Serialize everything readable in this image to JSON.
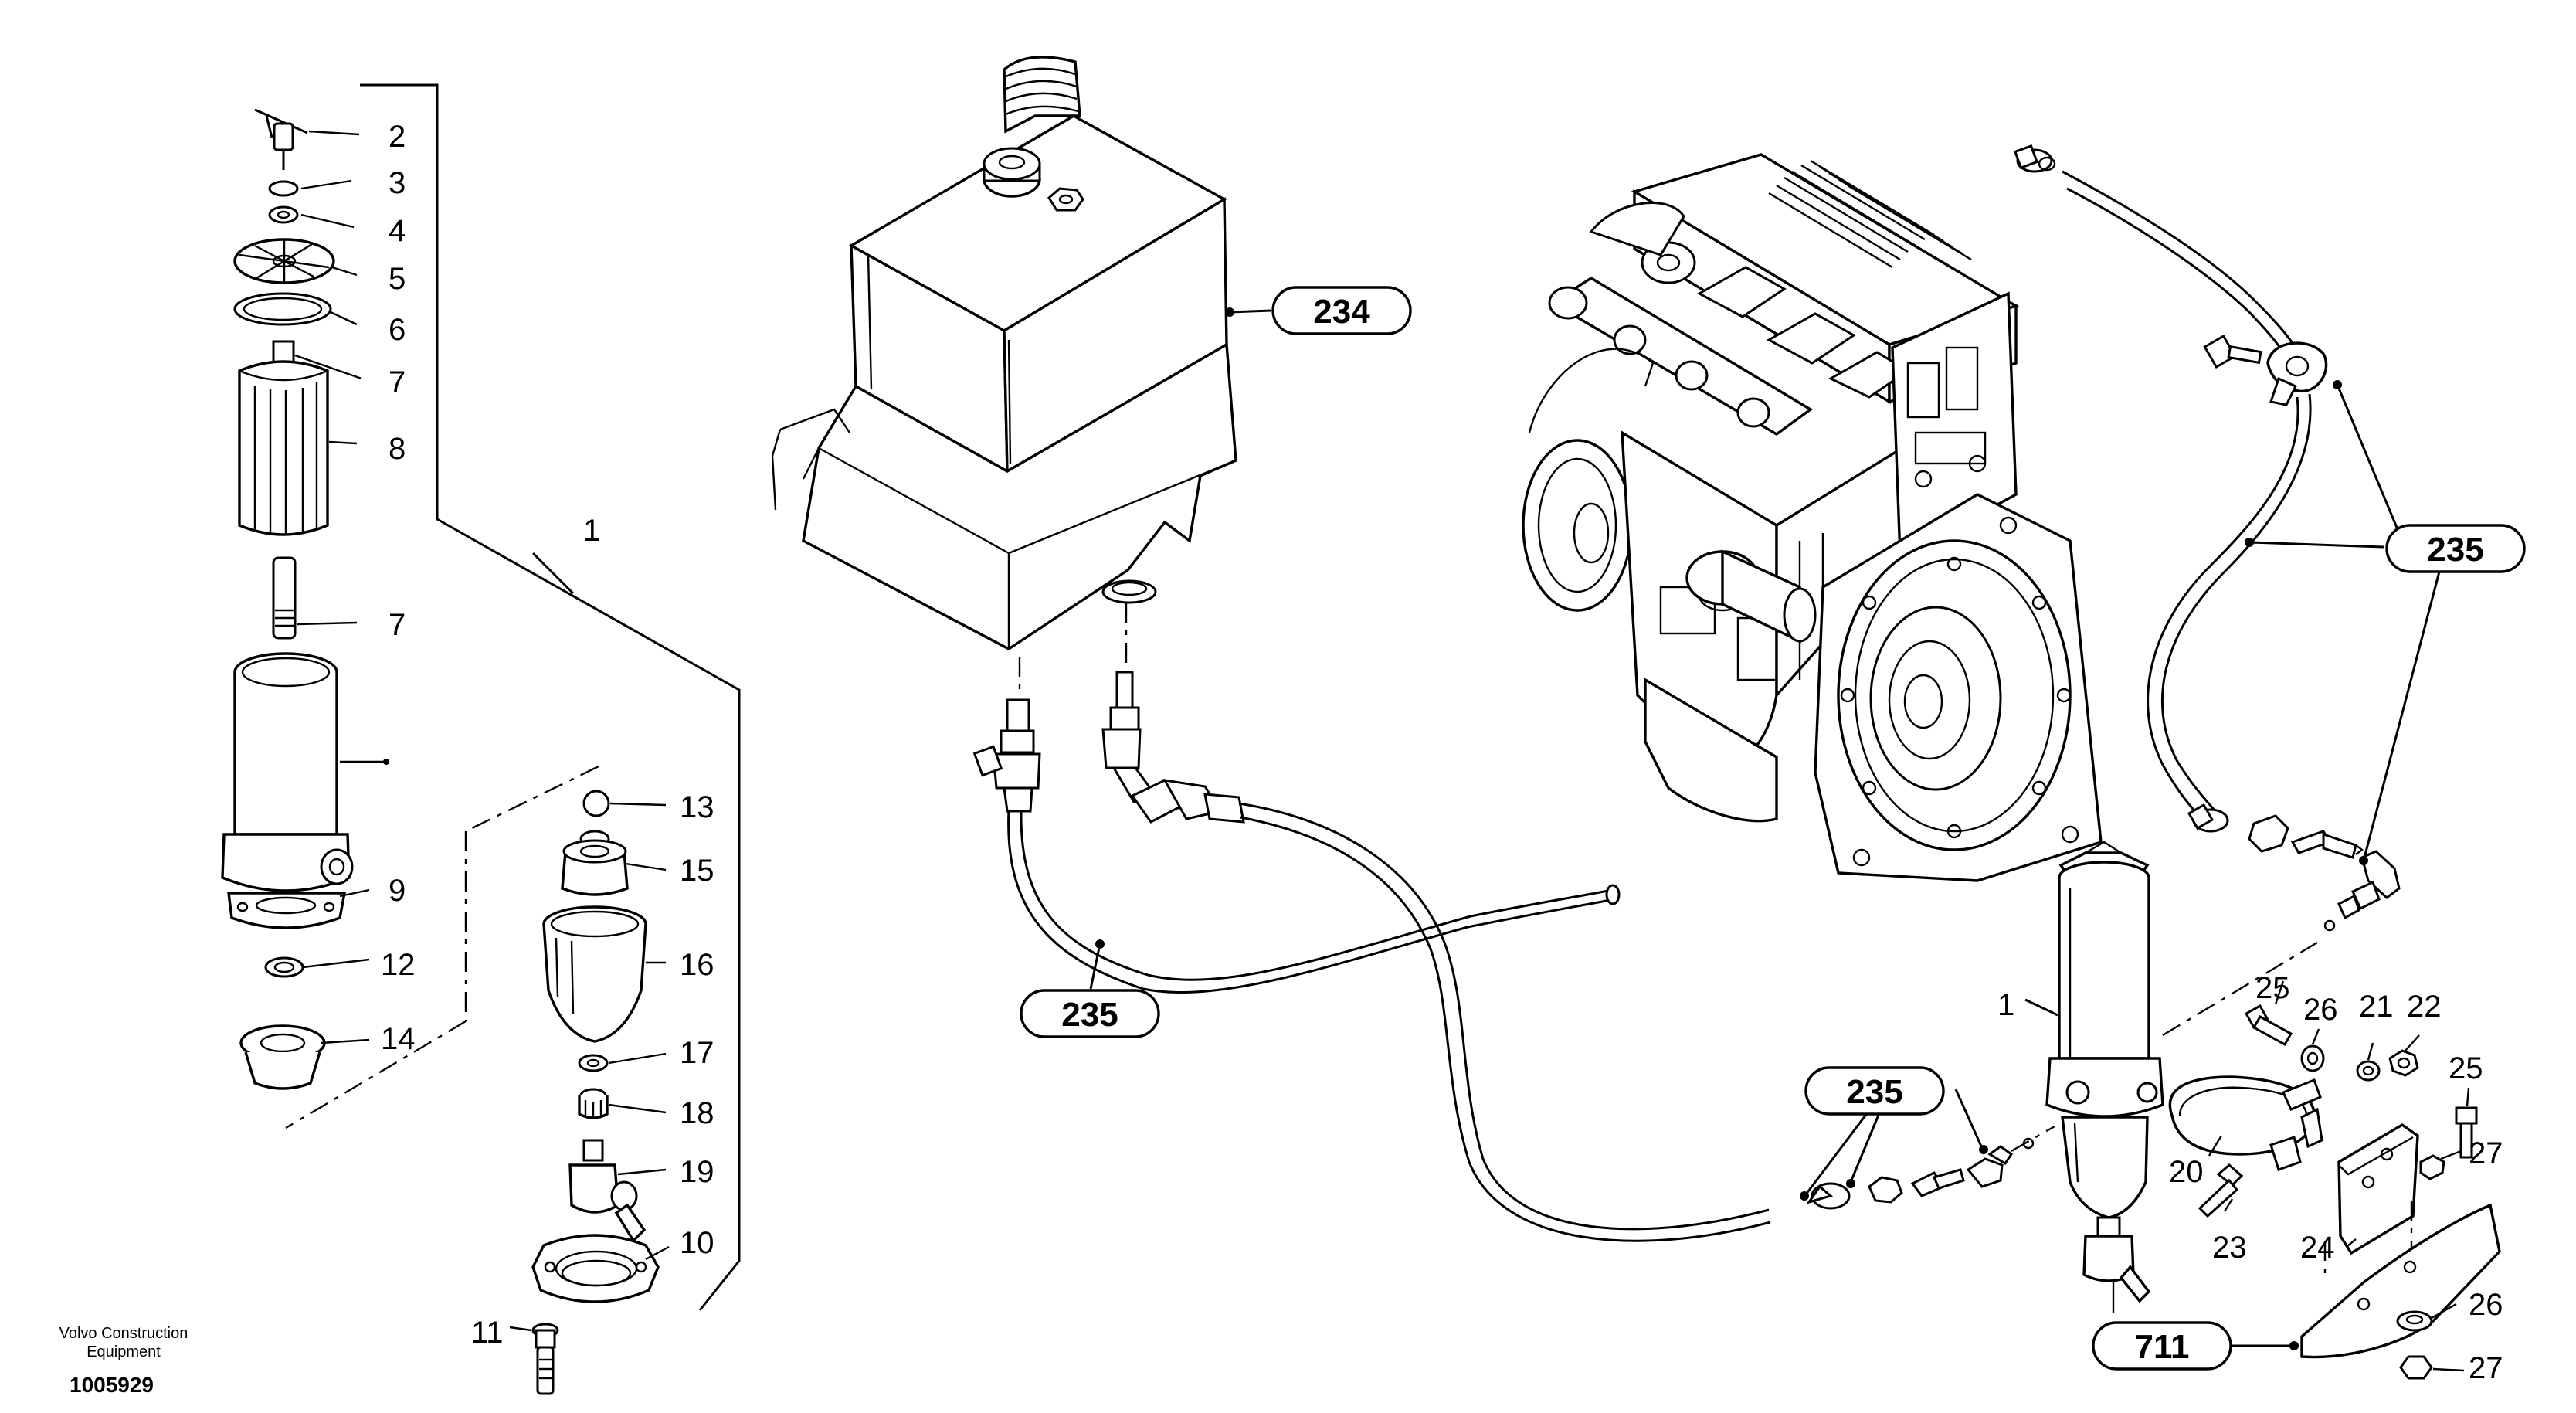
{
  "footer": {
    "brand_line1": "Volvo Construction",
    "brand_line2": "Equipment",
    "document_number": "1005929"
  },
  "reference_callouts": [
    {
      "id": "ref-234",
      "label": "234"
    },
    {
      "id": "ref-235-a",
      "label": "235"
    },
    {
      "id": "ref-235-b",
      "label": "235"
    },
    {
      "id": "ref-235-c",
      "label": "235"
    },
    {
      "id": "ref-711",
      "label": "711"
    }
  ],
  "part_numbers": [
    {
      "id": "p2",
      "label": "2"
    },
    {
      "id": "p3",
      "label": "3"
    },
    {
      "id": "p4",
      "label": "4"
    },
    {
      "id": "p5",
      "label": "5"
    },
    {
      "id": "p6",
      "label": "6"
    },
    {
      "id": "p7a",
      "label": "7"
    },
    {
      "id": "p8",
      "label": "8"
    },
    {
      "id": "p1a",
      "label": "1"
    },
    {
      "id": "p7b",
      "label": "7"
    },
    {
      "id": "p9",
      "label": "9"
    },
    {
      "id": "p12",
      "label": "12"
    },
    {
      "id": "p14",
      "label": "14"
    },
    {
      "id": "p13",
      "label": "13"
    },
    {
      "id": "p15",
      "label": "15"
    },
    {
      "id": "p16",
      "label": "16"
    },
    {
      "id": "p17",
      "label": "17"
    },
    {
      "id": "p18",
      "label": "18"
    },
    {
      "id": "p19",
      "label": "19"
    },
    {
      "id": "p10",
      "label": "10"
    },
    {
      "id": "p11",
      "label": "11"
    },
    {
      "id": "p1b",
      "label": "1"
    },
    {
      "id": "p25a",
      "label": "25"
    },
    {
      "id": "p26a",
      "label": "26"
    },
    {
      "id": "p21",
      "label": "21"
    },
    {
      "id": "p22",
      "label": "22"
    },
    {
      "id": "p25b",
      "label": "25"
    },
    {
      "id": "p20",
      "label": "20"
    },
    {
      "id": "p27a",
      "label": "27"
    },
    {
      "id": "p23",
      "label": "23"
    },
    {
      "id": "p24",
      "label": "24"
    },
    {
      "id": "p26b",
      "label": "26"
    },
    {
      "id": "p27b",
      "label": "27"
    }
  ]
}
